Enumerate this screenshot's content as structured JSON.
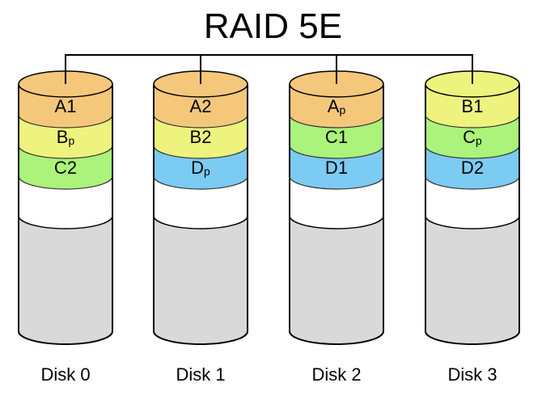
{
  "title": "RAID 5E",
  "colors": {
    "A": "#f4c77b",
    "B": "#eef37e",
    "C": "#abf37b",
    "D": "#7ccbf2",
    "empty": "#ffffff",
    "spare": "#d9d9d9"
  },
  "disks": [
    {
      "label": "Disk 0",
      "blocks": [
        {
          "main": "A",
          "sub": "1",
          "color": "A"
        },
        {
          "main": "B",
          "sub": "p",
          "color": "B"
        },
        {
          "main": "C",
          "sub": "2",
          "color": "C"
        }
      ]
    },
    {
      "label": "Disk 1",
      "blocks": [
        {
          "main": "A",
          "sub": "2",
          "color": "A"
        },
        {
          "main": "B",
          "sub": "2",
          "color": "B"
        },
        {
          "main": "D",
          "sub": "p",
          "color": "D"
        }
      ]
    },
    {
      "label": "Disk 2",
      "blocks": [
        {
          "main": "A",
          "sub": "p",
          "color": "A"
        },
        {
          "main": "C",
          "sub": "1",
          "color": "C"
        },
        {
          "main": "D",
          "sub": "1",
          "color": "D"
        }
      ]
    },
    {
      "label": "Disk 3",
      "blocks": [
        {
          "main": "B",
          "sub": "1",
          "color": "B"
        },
        {
          "main": "C",
          "sub": "p",
          "color": "C"
        },
        {
          "main": "D",
          "sub": "2",
          "color": "D"
        }
      ]
    }
  ]
}
